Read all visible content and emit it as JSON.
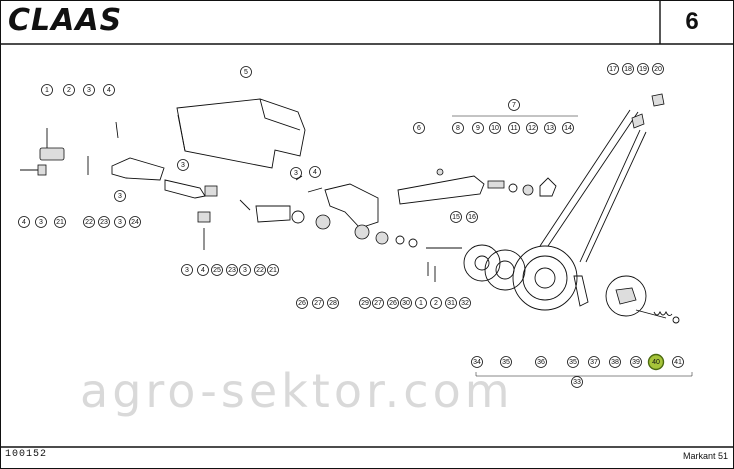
{
  "header": {
    "brand": "CLAAS",
    "page_number": "6"
  },
  "footer": {
    "document_number": "100152",
    "model": "Markant 51"
  },
  "watermark": "agro-sektor.com",
  "highlight_color": "#a6c43a",
  "callouts": [
    "1",
    "2",
    "3",
    "4",
    "5",
    "6",
    "7",
    "8",
    "9",
    "10",
    "11",
    "12",
    "13",
    "14",
    "15",
    "16",
    "17",
    "18",
    "19",
    "20",
    "3",
    "4",
    "3",
    "3",
    "4",
    "3",
    "21",
    "22",
    "23",
    "3",
    "24",
    "3",
    "4",
    "25",
    "23",
    "3",
    "22",
    "21",
    "26",
    "27",
    "28",
    "29",
    "27",
    "26",
    "30",
    "1",
    "2",
    "31",
    "32",
    "34",
    "35",
    "36",
    "35",
    "37",
    "38",
    "39",
    "40",
    "41",
    "33"
  ],
  "highlighted_callout": "40"
}
